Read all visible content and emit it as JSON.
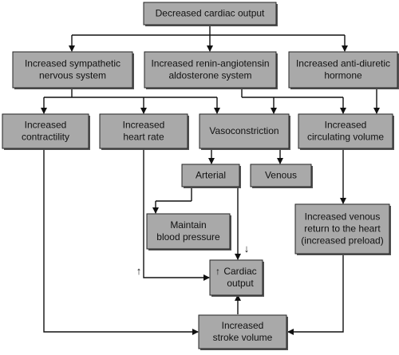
{
  "nodes": [
    {
      "id": "decreased_cardiac_output",
      "lines": [
        "Decreased cardiac output"
      ]
    },
    {
      "id": "increased_sympathetic",
      "lines": [
        "Increased sympathetic",
        "nervous system"
      ]
    },
    {
      "id": "increased_raas",
      "lines": [
        "Increased renin-angiotensin",
        "aldosterone system"
      ]
    },
    {
      "id": "increased_adh",
      "lines": [
        "Increased anti-diuretic",
        "hormone"
      ]
    },
    {
      "id": "increased_contractility",
      "lines": [
        "Increased",
        "contractility"
      ]
    },
    {
      "id": "increased_heart_rate",
      "lines": [
        "Increased",
        "heart rate"
      ]
    },
    {
      "id": "vasoconstriction",
      "lines": [
        "Vasoconstriction"
      ]
    },
    {
      "id": "increased_circulating_volume",
      "lines": [
        "Increased",
        "circulating volume"
      ]
    },
    {
      "id": "arterial",
      "lines": [
        "Arterial"
      ]
    },
    {
      "id": "venous",
      "lines": [
        "Venous"
      ]
    },
    {
      "id": "maintain_bp",
      "lines": [
        "Maintain",
        "blood pressure"
      ]
    },
    {
      "id": "increased_venous_return",
      "lines": [
        "Increased venous",
        "return to the heart",
        "(increased preload)"
      ]
    },
    {
      "id": "cardiac_output",
      "lines": [
        "Cardiac",
        "output"
      ]
    },
    {
      "id": "increased_stroke_volume",
      "lines": [
        "Increased",
        "stroke volume"
      ]
    }
  ],
  "annotations": {
    "arrow_up": "↑",
    "arrow_down": "↓"
  },
  "colors": {
    "box_fill": "#a9a9a9",
    "box_stroke": "#222222",
    "line": "#111111",
    "shadow": "#555555"
  }
}
